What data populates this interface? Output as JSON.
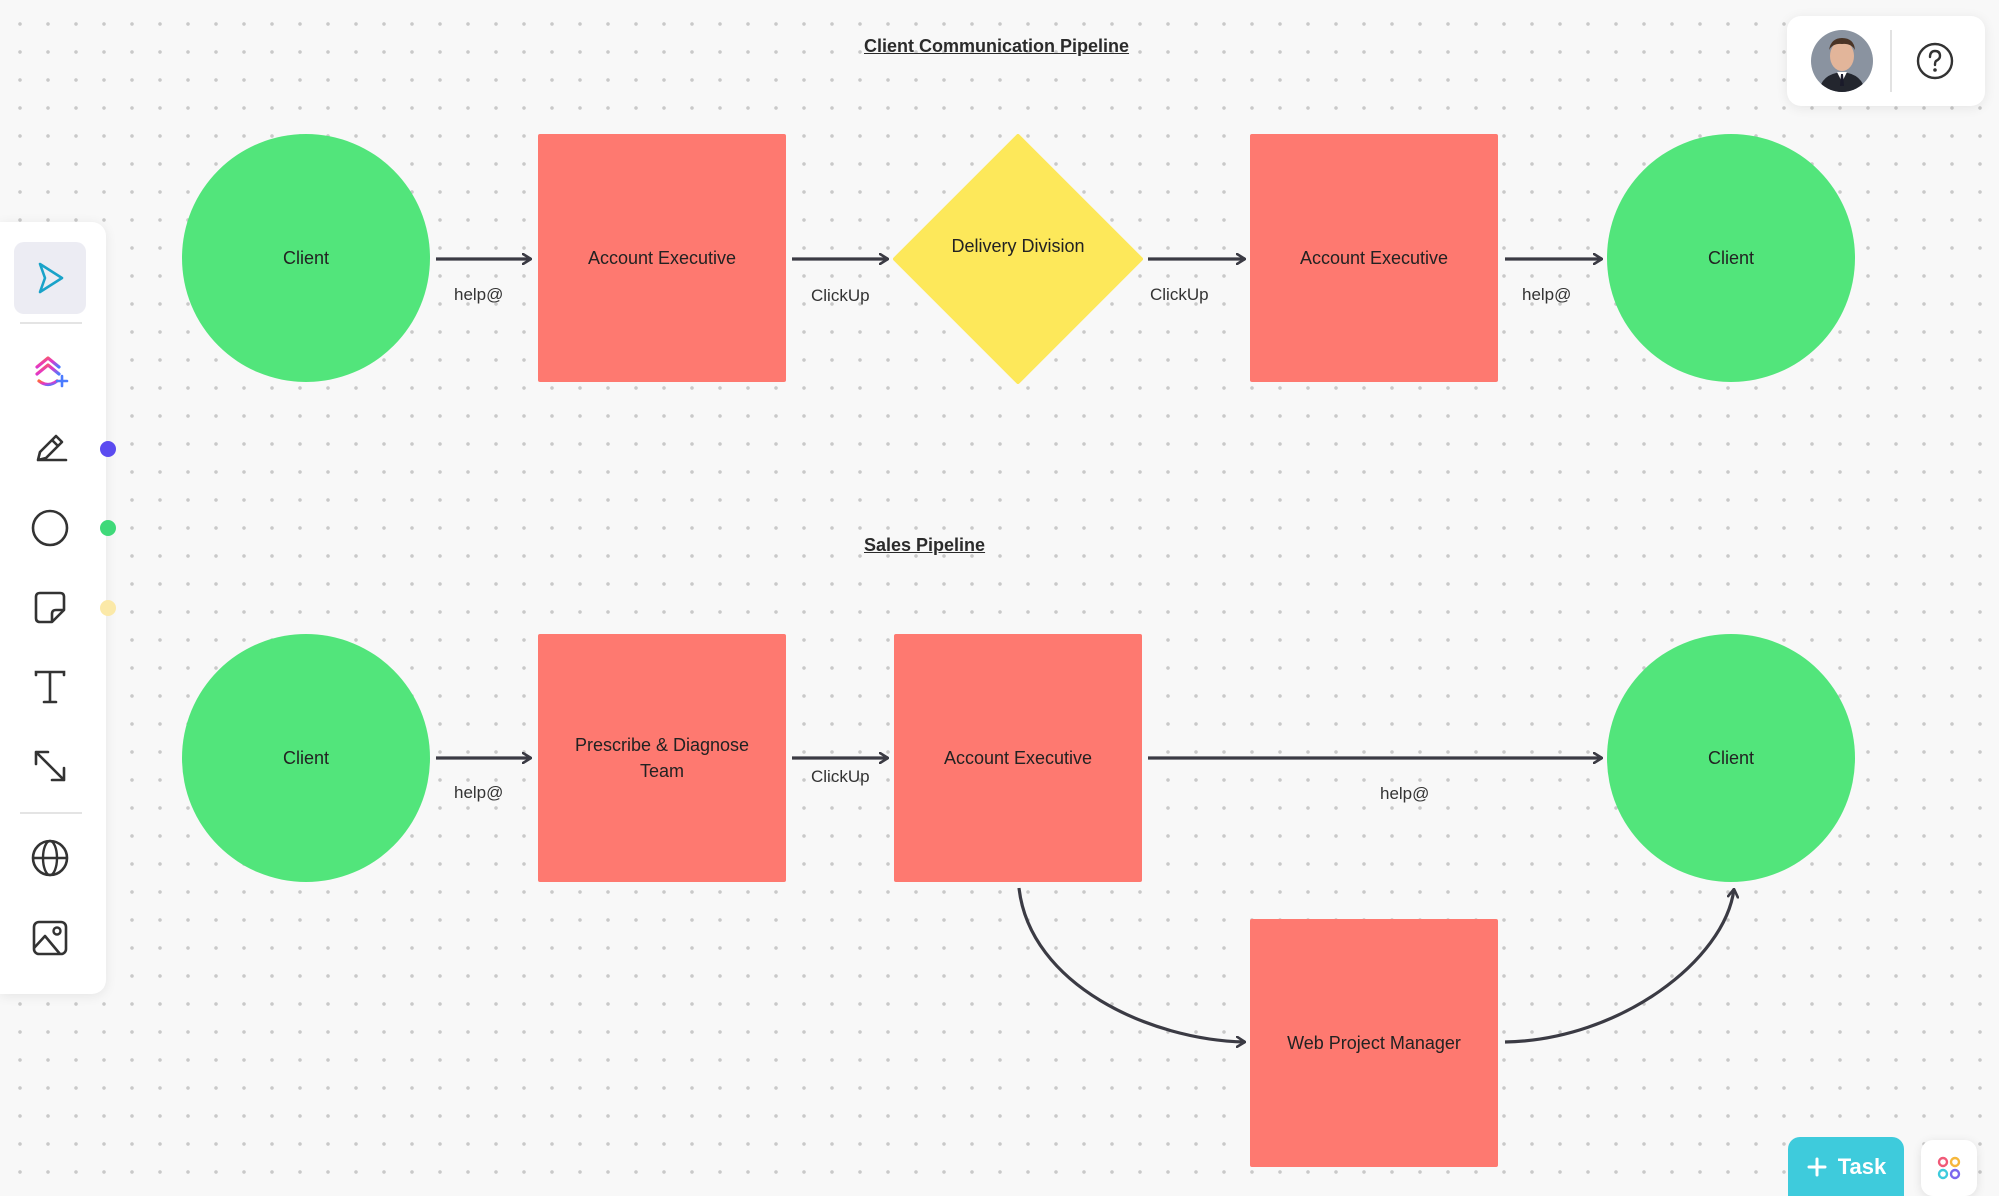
{
  "titles": {
    "client_pipeline": "Client Communication Pipeline",
    "sales_pipeline": "Sales Pipeline"
  },
  "client_pipeline": {
    "nodes": [
      "Client",
      "Account Executive",
      "Delivery Division",
      "Account Executive",
      "Client"
    ],
    "edges": [
      "help@",
      "ClickUp",
      "ClickUp",
      "help@"
    ]
  },
  "sales_pipeline": {
    "nodes": [
      "Client",
      "Prescribe & Diagnose Team",
      "Account Executive",
      "Client",
      "Web Project Manager"
    ],
    "edges": [
      "help@",
      "ClickUp",
      "help@"
    ]
  },
  "toolbar": {
    "tools": [
      "select-tool",
      "clickup-ai-tool",
      "pen-tool",
      "shape-tool",
      "sticky-note-tool",
      "text-tool",
      "connector-tool",
      "web-embed-tool",
      "image-tool"
    ],
    "colors": {
      "pen": "#5b4bf0",
      "shape": "#3fd979",
      "sticky": "#fbe9a8"
    }
  },
  "task_button": {
    "label": "Task"
  },
  "colors": {
    "circle": "#52e57b",
    "square": "#fe7970",
    "diamond": "#fde85a",
    "accent": "#3ecbdc"
  }
}
